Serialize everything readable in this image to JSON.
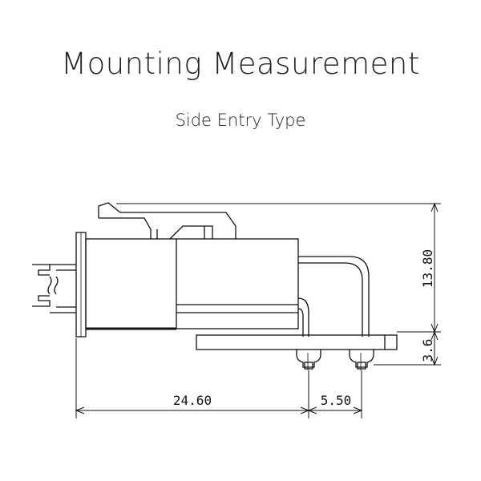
{
  "header": {
    "title": "Mounting Measurement",
    "subtitle": "Side Entry Type"
  },
  "dimensions": {
    "total_length": "24.60",
    "pin_pitch": "5.50",
    "total_height": "13.80",
    "board_height": "3.6"
  },
  "colors": {
    "line": "#111111",
    "text": "#222222",
    "background": "#ffffff"
  }
}
